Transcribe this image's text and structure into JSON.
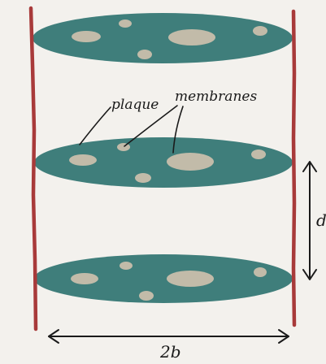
{
  "labels": {
    "plaque": "plaque",
    "membranes": "membranes",
    "d": "d",
    "width": "2b"
  },
  "colors": {
    "background": "#f3f1ed",
    "wall": "#a83a3a",
    "disk": "#3f7e7b",
    "patch": "#c2bba9",
    "ink": "#1a1a1a"
  }
}
